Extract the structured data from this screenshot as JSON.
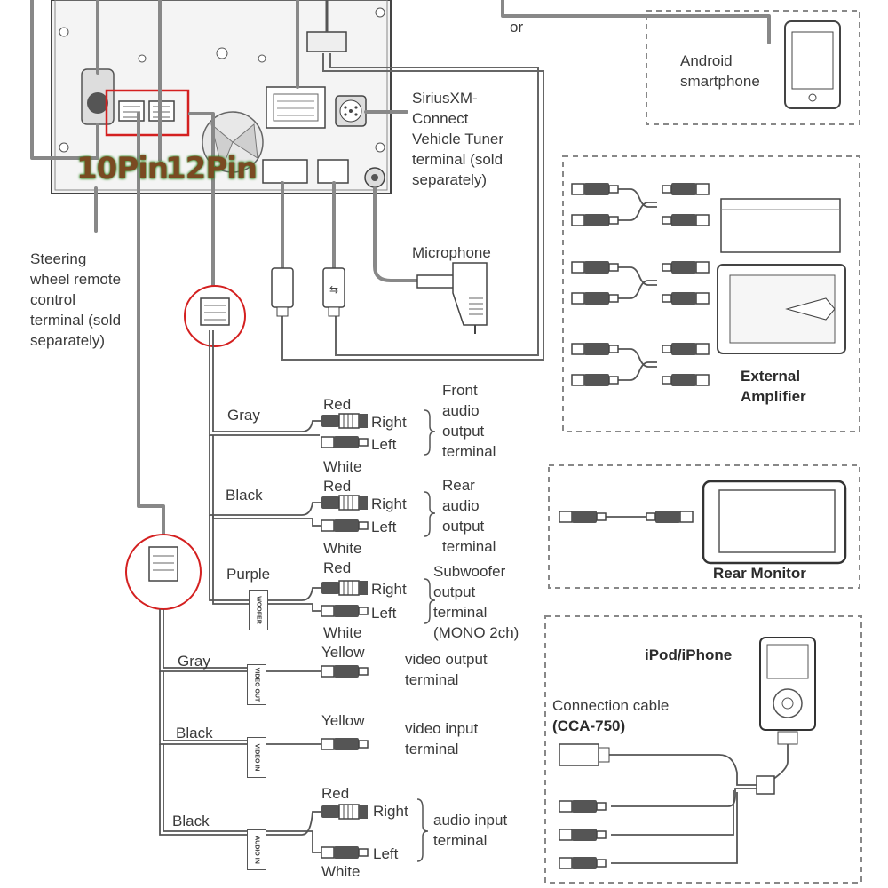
{
  "connectors": {
    "pin10": "10Pin",
    "pin12": "12Pin"
  },
  "labels": {
    "or": "or",
    "android": "Android\nsmartphone",
    "siriusxm": "SiriusXM-\nConnect\nVehicle Tuner\nterminal (sold\nseparately)",
    "microphone": "Microphone",
    "steering": "Steering\nwheel remote\ncontrol\nterminal (sold\nseparately)",
    "external_amp": "External\nAmplifier",
    "rear_monitor": "Rear Monitor",
    "ipod": "iPod/iPhone",
    "connection_cable": "Connection cable",
    "cable_model": "(CCA-750)"
  },
  "outputs": [
    {
      "wire": "Gray",
      "top_color": "Red",
      "right": "Right",
      "left": "Left",
      "bottom_color": "White",
      "desc": "Front\naudio\noutput\nterminal"
    },
    {
      "wire": "Black",
      "top_color": "Red",
      "right": "Right",
      "left": "Left",
      "bottom_color": "White",
      "desc": "Rear\naudio\noutput\nterminal"
    },
    {
      "wire": "Purple",
      "top_color": "Red",
      "right": "Right",
      "left": "Left",
      "bottom_color": "White",
      "desc": "Subwoofer\noutput\nterminal\n(MONO 2ch)",
      "tag": "WOOFER"
    }
  ],
  "video": [
    {
      "wire": "Gray",
      "color": "Yellow",
      "desc": "video output\nterminal",
      "tag": "VIDEO OUT"
    },
    {
      "wire": "Black",
      "color": "Yellow",
      "desc": "video input\nterminal",
      "tag": "VIDEO IN"
    }
  ],
  "audio_in": {
    "wire": "Black",
    "top_color": "Red",
    "right": "Right",
    "left": "Left",
    "bottom_color": "White",
    "desc": "audio input\nterminal",
    "tag": "AUDIO IN"
  }
}
